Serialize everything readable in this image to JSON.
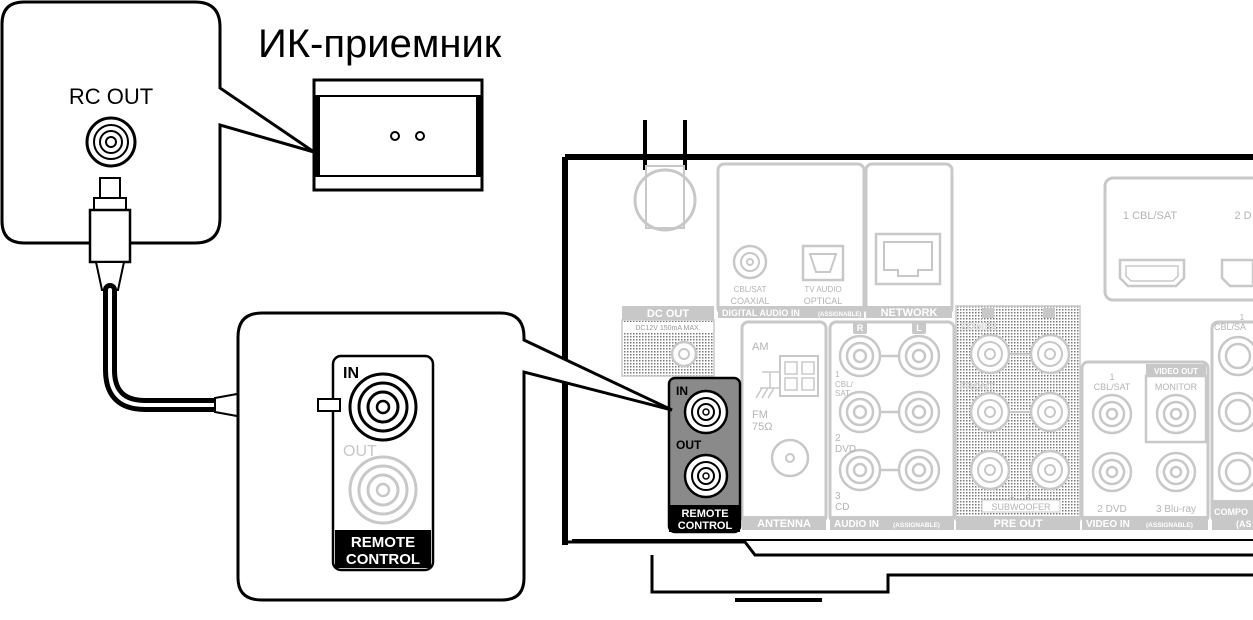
{
  "title": "ИК-приемник",
  "rc_out_label": "RC OUT",
  "zoom_panel": {
    "in_label": "IN",
    "out_label": "OUT",
    "block_line1": "REMOTE",
    "block_line2": "CONTROL"
  },
  "receiver": {
    "dc_out": "DC OUT",
    "dc_spec": "DC12V 150mA MAX.",
    "coaxial_top": "CBL/SAT",
    "coaxial": "COAXIAL",
    "optical_top": "TV AUDIO",
    "optical": "OPTICAL",
    "digital_audio_in": "DIGITAL AUDIO IN",
    "assignable": "(ASSIGNABLE)",
    "network": "NETWORK",
    "hdmi1": "1 CBL/SAT",
    "hdmi2": "2 D",
    "antenna": "ANTENNA",
    "am": "AM",
    "fm": "FM",
    "fm_ohm": "75Ω",
    "audio_in": "AUDIO IN",
    "ch_r": "R",
    "ch_l": "L",
    "in1a": "1",
    "in1b": "CBL/",
    "in1c": "SAT",
    "in2a": "2",
    "in2b": "DVD",
    "in3a": "3",
    "in3b": "CD",
    "remote_in": "IN",
    "remote_out": "OUT",
    "remote1": "REMOTE",
    "remote2": "CONTROL",
    "zone2": "ZONE2",
    "front": "FRONT",
    "subwoofer": "SUBWOOFER",
    "sw1": "1",
    "sw2": "2",
    "pre_out": "PRE OUT",
    "video_in": "VIDEO IN",
    "v1a": "1",
    "v1b": "CBL/SAT",
    "v2": "2 DVD",
    "v3": "3 Blu-ray",
    "video_out": "VIDEO OUT",
    "monitor": "MONITOR",
    "comp1a": "1",
    "comp1b": "CBL/SA",
    "compo": "COMPO",
    "comp_as": "(AS"
  },
  "colors": {
    "line": "#000000",
    "faded": "#c8c8c8",
    "faded_text": "#b4b4b4",
    "highlight": "#8a8a8a",
    "label_block": "#000000"
  }
}
